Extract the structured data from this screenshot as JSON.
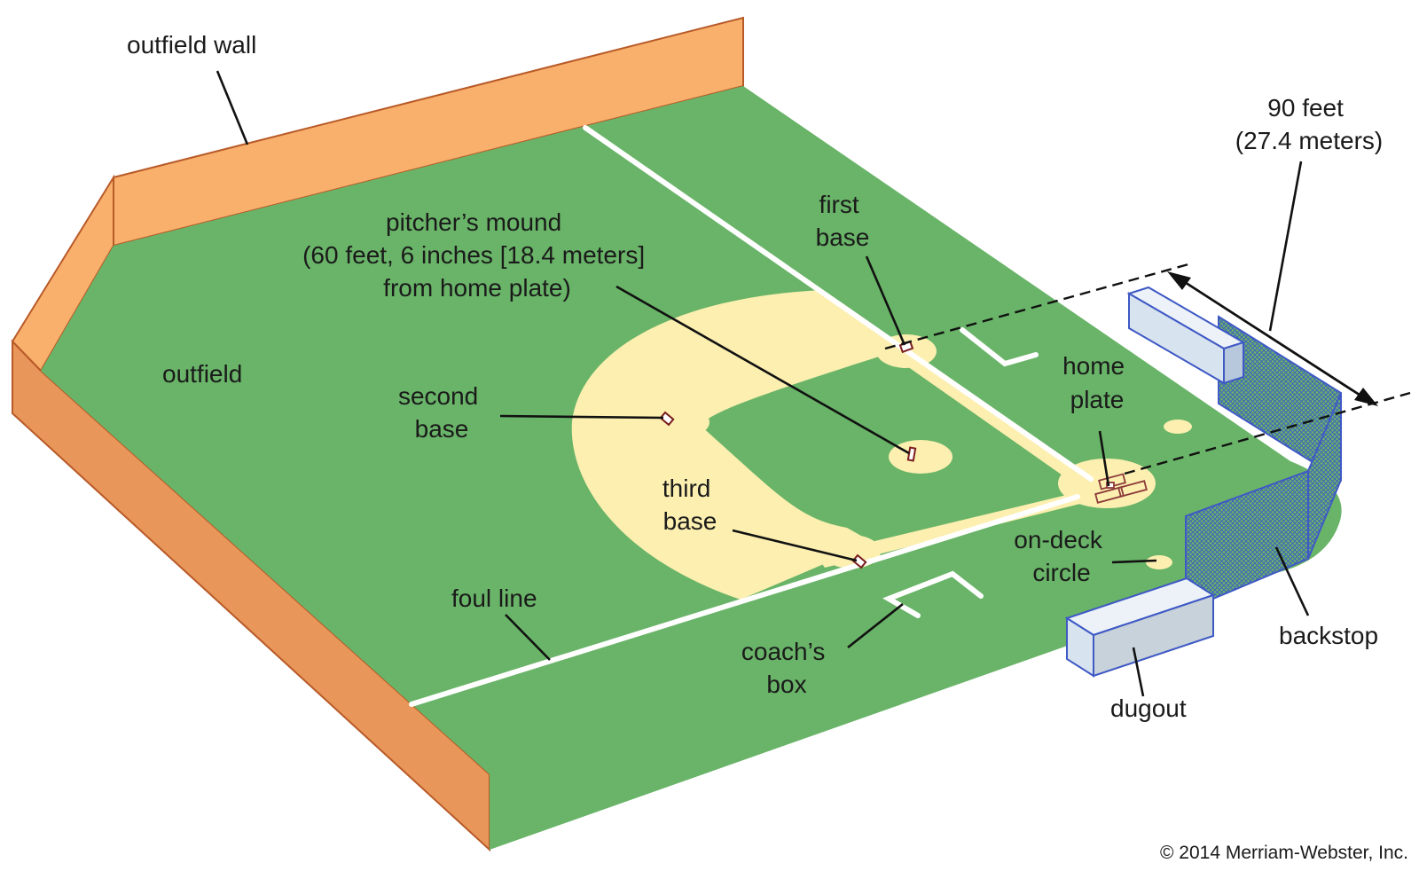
{
  "colors": {
    "grass": "#69b468",
    "infield_dirt": "#fcefb0",
    "wall_top": "#f9b06d",
    "wall_side": "#e8965a",
    "chalk": "#ffffff",
    "backstop_net": "#3f59c5",
    "dugout": "#d7e3ef"
  },
  "labels": {
    "outfield_wall": "outfield wall",
    "outfield": "outfield",
    "pitchers_mound": [
      "pitcher’s mound",
      "(60 feet, 6 inches [18.4 meters]",
      "from home plate)"
    ],
    "first_base": [
      "first",
      "base"
    ],
    "second_base": [
      "second",
      "base"
    ],
    "third_base": [
      "third",
      "base"
    ],
    "home_plate": [
      "home",
      "plate"
    ],
    "distance": [
      "90 feet",
      "(27.4 meters)"
    ],
    "on_deck_circle": [
      "on-deck",
      "circle"
    ],
    "foul_line": "foul line",
    "coachs_box": [
      "coach’s",
      "box"
    ],
    "backstop": "backstop",
    "dugout": "dugout"
  },
  "copyright": "© 2014 Merriam-Webster, Inc."
}
